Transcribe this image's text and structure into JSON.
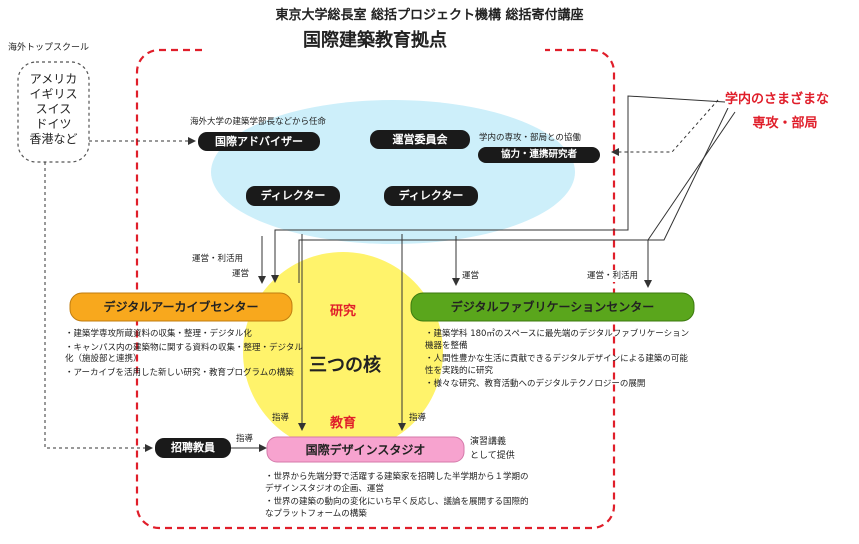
{
  "header": {
    "title": "東京大学総長室 総括プロジェクト機構 総括寄付講座",
    "main_title": "国際建築教育拠点"
  },
  "left": {
    "overseas_label": "海外トップスクール",
    "countries": [
      "アメリカ",
      "イギリス",
      "スイス",
      "ドイツ",
      "香港など"
    ]
  },
  "right": {
    "line1": "学内のさまざまな",
    "line2": "専攻・部局"
  },
  "ellipse": {
    "advisor_note": "海外大学の建築学部長などから任命",
    "advisor": "国際アドバイザー",
    "committee": "運営委員会",
    "inner_note": "学内の専攻・部局との協働",
    "collab": "協力・連携研究者",
    "director1": "ディレクター",
    "director2": "ディレクター"
  },
  "arrows": {
    "ops_use_left": "運営・利活用",
    "ops_left": "運営",
    "ops_right": "運営",
    "ops_use_right": "運営・利活用",
    "guide1": "指導",
    "guide2": "指導",
    "guide3": "指導"
  },
  "core": {
    "research": "研究",
    "three_cores": "三つの核",
    "education": "教育"
  },
  "archive": {
    "title": "デジタルアーカイブセンター",
    "bullets": [
      "・建築学専攻所蔵資料の収集・整理・デジタル化",
      "・キャンパス内の建築物に関する資料の収集・整理・デジタル化（施設部と連携）",
      "・アーカイブを活用した新しい研究・教育プログラムの構築"
    ]
  },
  "fab": {
    "title": "デジタルファブリケーションセンター",
    "bullets": [
      "・建築学科 180㎡のスペースに最先端のデジタルファブリケーション機器を整備",
      "・人間性豊かな生活に貢献できるデジタルデザインによる建築の可能性を実践的に研究",
      "・様々な研究、教育活動へのデジタルテクノロジーの展開"
    ]
  },
  "studio": {
    "invited": "招聘教員",
    "title": "国際デザインスタジオ",
    "note1": "演習講義",
    "note2": "として提供",
    "bullets": [
      "・世界から先端分野で活躍する建築家を招聘した半学期から１学期のデザインスタジオの企画、運営",
      "・世界の建築の動向の変化にいち早く反応し、議論を展開する国際的なプラットフォームの構築"
    ]
  },
  "colors": {
    "ellipse": "#cdeffa",
    "core_circle": "#fff36b",
    "archive": "#f8a81d",
    "fab": "#5aa61c",
    "studio": "#f7a3cf",
    "accent_red": "#e01e2a",
    "dashed_border": "#e01e2a",
    "dark_pill": "#1a1a1a"
  }
}
